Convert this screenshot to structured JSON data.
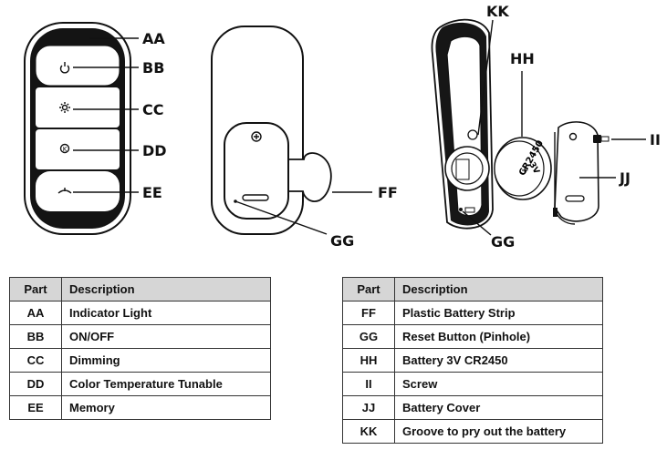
{
  "callouts": {
    "aa": "AA",
    "bb": "BB",
    "cc": "CC",
    "dd": "DD",
    "ee": "EE",
    "ff": "FF",
    "gg_middle": "GG",
    "gg_right": "GG",
    "hh": "HH",
    "ii": "II",
    "jj": "JJ",
    "kk": "KK"
  },
  "battery_text": [
    "CR2450",
    "3V"
  ],
  "battery_plus": "+",
  "table_left": {
    "headers": [
      "Part",
      "Description"
    ],
    "rows": [
      [
        "AA",
        "Indicator Light"
      ],
      [
        "BB",
        "ON/OFF"
      ],
      [
        "CC",
        "Dimming"
      ],
      [
        "DD",
        "Color Temperature Tunable"
      ],
      [
        "EE",
        "Memory"
      ]
    ]
  },
  "table_right": {
    "headers": [
      "Part",
      "Description"
    ],
    "rows": [
      [
        "FF",
        "Plastic Battery Strip"
      ],
      [
        "GG",
        "Reset Button (Pinhole)"
      ],
      [
        "HH",
        "Battery 3V CR2450"
      ],
      [
        "II",
        "Screw"
      ],
      [
        "JJ",
        "Battery Cover"
      ],
      [
        "KK",
        "Groove to pry out the battery"
      ]
    ]
  }
}
